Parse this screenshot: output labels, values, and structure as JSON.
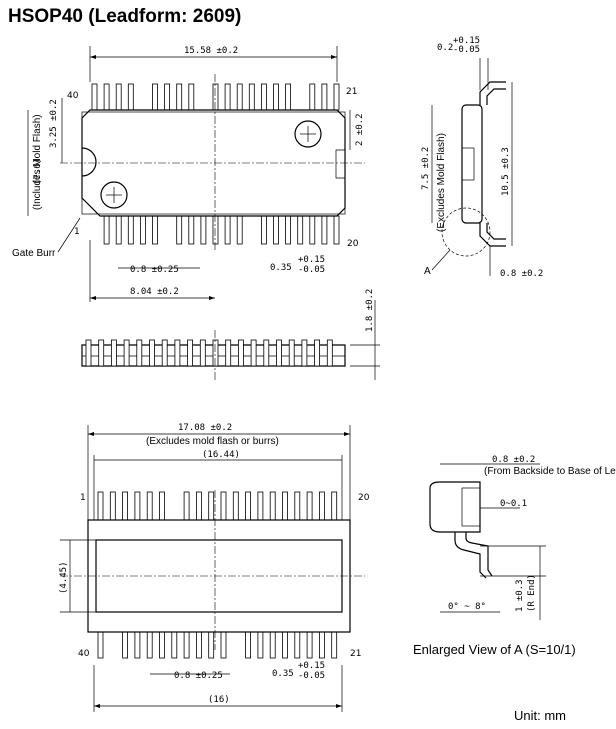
{
  "title": "HSOP40 (Leadform: 2609)",
  "unit": "Unit: mm",
  "top_view": {
    "body_length": "15.58 ±0.2",
    "pin_left_top": "40",
    "pin_right_top": "21",
    "pin_left_bottom": "1",
    "pin_right_bottom": "20",
    "dim_top_offset": "3.25 ±0.2",
    "dim_width": "(7.6)",
    "dim_width_note": "(Includes Mold Flash)",
    "dim_side": "2 ±0.2",
    "gate_burr": "Gate Burr",
    "pitch": "0.8 ±0.25",
    "lead_width_base": "0.35",
    "lead_width_plus": "+0.15",
    "lead_width_minus": "-0.05",
    "half_length": "8.04 ±0.2"
  },
  "side_view": {
    "thickness": "1.8 ±0.2"
  },
  "end_view": {
    "lead_thk_base": "0.2",
    "lead_thk_plus": "+0.15",
    "lead_thk_minus": "-0.05",
    "body_width": "7.5 ±0.2",
    "body_width_note": "(Excludes Mold Flash)",
    "total_width": "10.5 ±0.3",
    "foot": "0.8 ±0.2",
    "detail_label": "A"
  },
  "bottom_view": {
    "total_length": "17.08 ±0.2",
    "total_length_note": "(Excludes mold flash or burrs)",
    "inner_length": "(16.44)",
    "pin_left_top": "1",
    "pin_right_top": "20",
    "pin_left_bottom": "40",
    "pin_right_bottom": "21",
    "heatsink_width": "(4.45)",
    "pitch": "0.8 ±0.25",
    "lead_width_base": "0.35",
    "lead_width_plus": "+0.15",
    "lead_width_minus": "-0.05",
    "span": "(16)"
  },
  "enlarged_view": {
    "backside": "0.8 ±0.2",
    "backside_note": "(From Backside to Base of Lead)",
    "standoff": "0~0.1",
    "foot_len": "1 ±0.3",
    "foot_note": "(R End)",
    "angle": "0° ~ 8°",
    "caption": "Enlarged View of A (S=10/1)"
  }
}
